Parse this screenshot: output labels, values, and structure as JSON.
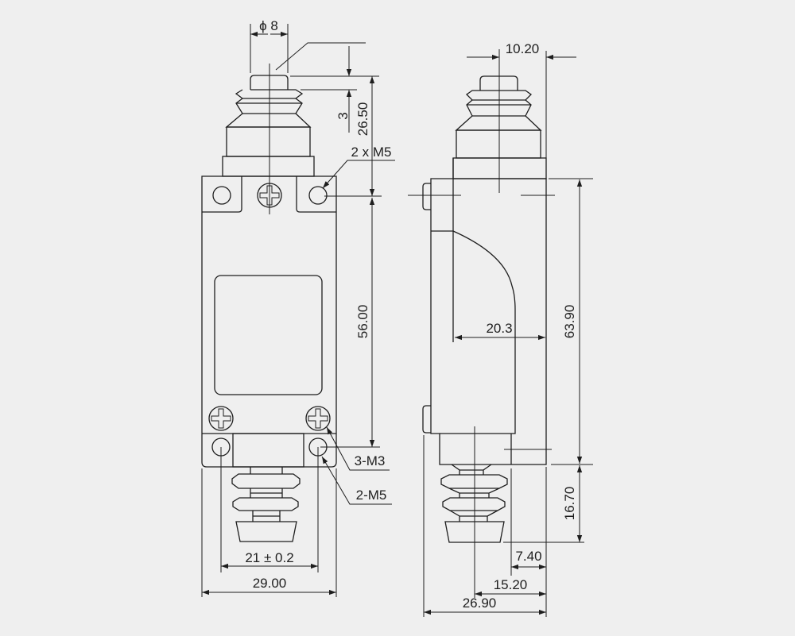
{
  "front_view": {
    "dims": {
      "plunger_diameter": "ϕ 8",
      "plunger_travel": "3",
      "actuator_height": "26.50",
      "mount_hole_spacing_vertical": "56.00",
      "mount_hole_spacing_horizontal": "21 ± 0.2",
      "body_width": "29.00"
    },
    "callouts": {
      "top_holes": "2 x M5",
      "screws": "3-M3",
      "bottom_holes": "2-M5"
    }
  },
  "side_view": {
    "dims": {
      "plunger_offset": "10.20",
      "inner_depth": "20.3",
      "body_height": "63.90",
      "boot_height": "16.70",
      "boot_offset": "7.40",
      "boot_center_offset": "15.20",
      "overall_depth": "26.90"
    }
  }
}
